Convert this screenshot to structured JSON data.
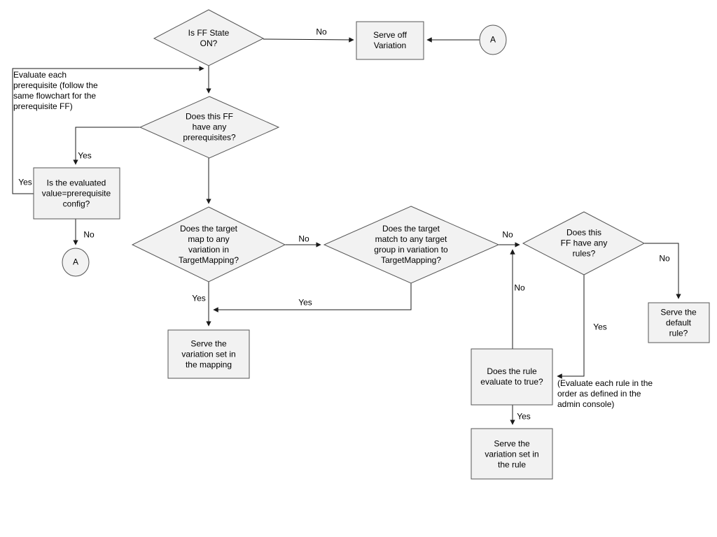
{
  "diagram": {
    "type": "flowchart",
    "colors": {
      "node_fill": "#f2f2f2",
      "node_stroke": "#555555",
      "line": "#1a1a1a",
      "text": "#000000",
      "background": "#ffffff"
    },
    "nodes": {
      "is_ff_state_on": {
        "shape": "diamond",
        "label": "Is FF State\nON?"
      },
      "serve_off_variation": {
        "shape": "rect",
        "label": "Serve off\nVariation"
      },
      "connector_a_top": {
        "shape": "circle",
        "label": "A"
      },
      "has_prerequisites": {
        "shape": "diamond",
        "label": "Does this FF\nhave any\nprerequisites?"
      },
      "evaluated_value_eq_config": {
        "shape": "rect",
        "label": "Is the evaluated\nvalue=prerequisite\nconfig?"
      },
      "connector_a_left": {
        "shape": "circle",
        "label": "A"
      },
      "target_maps_variation": {
        "shape": "diamond",
        "label": "Does the target\nmap to any\nvariation in\nTargetMapping?"
      },
      "target_matches_group": {
        "shape": "diamond",
        "label": "Does the target\nmatch to any target\ngroup in variation to\nTargetMapping?"
      },
      "has_rules": {
        "shape": "diamond",
        "label": "Does this\nFF have any\nrules?"
      },
      "serve_variation_mapping": {
        "shape": "rect",
        "label": "Serve the\nvariation set in\nthe mapping"
      },
      "rule_evaluates_true": {
        "shape": "rect",
        "label": "Does the rule\nevaluate to true?"
      },
      "serve_variation_rule": {
        "shape": "rect",
        "label": "Serve the\nvariation set in\nthe rule"
      },
      "serve_default_rule": {
        "shape": "rect",
        "label": "Serve the\ndefault rule?"
      }
    },
    "edge_labels": {
      "no_state_off": "No",
      "yes_prereq_loop": "Yes",
      "yes_has_prereq": "Yes",
      "no_value_mismatch": "No",
      "yes_target_maps": "Yes",
      "no_target_maps": "No",
      "yes_target_matches": "Yes",
      "no_target_matches": "No",
      "no_rule_false": "No",
      "yes_has_rules": "Yes",
      "no_has_rules": "No",
      "yes_rule_true": "Yes"
    },
    "annotations": {
      "prerequisite_note": "Evaluate each\nprerequisite (follow the\nsame flowchart for the\nprerequisite FF)",
      "rule_order_note": "(Evaluate each rule in the\norder as defined in the\nadmin console)"
    }
  }
}
